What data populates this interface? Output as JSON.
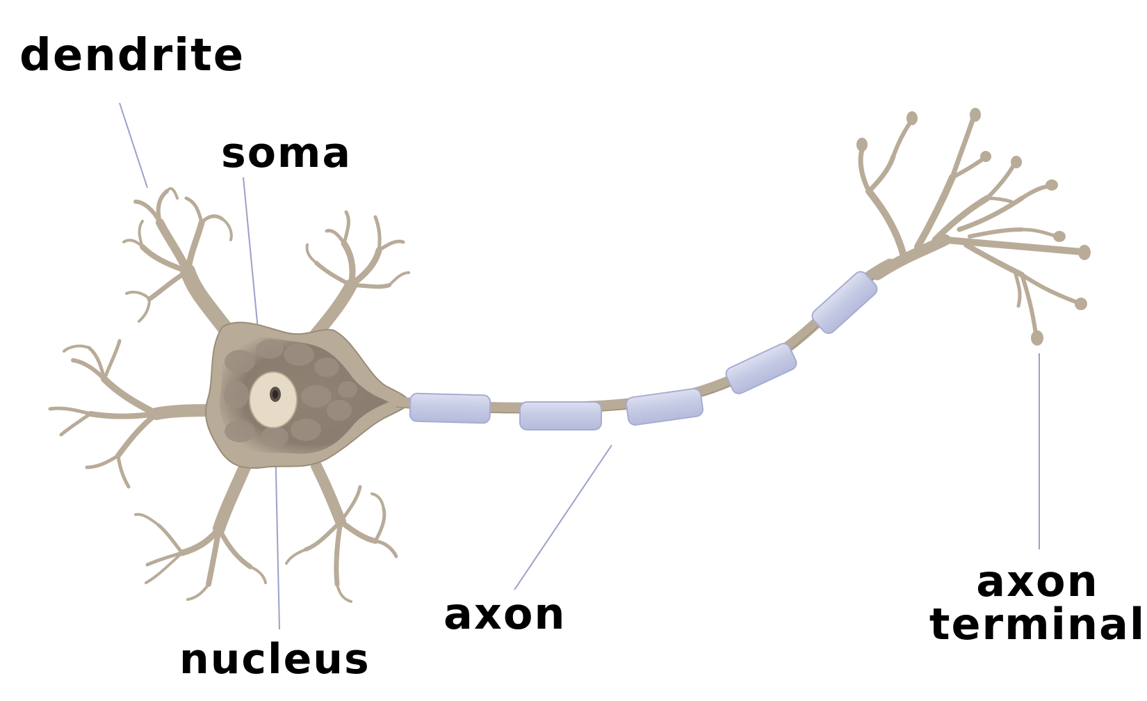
{
  "labels": {
    "dendrite": "dendrite",
    "soma": "soma",
    "nucleus": "nucleus",
    "axon": "axon",
    "axon_terminal_line1": "axon",
    "axon_terminal_line2": "terminal"
  },
  "colors": {
    "cell_body": "#b8ab98",
    "cell_outline": "#8f8270",
    "cytoplasm_dark": "#7d7064",
    "nucleus_fill": "#e4d8c3",
    "myelin": "#c9cde6",
    "myelin_outline": "#a7acd0",
    "leader_line": "#9aa0c8",
    "text": "#000000"
  }
}
